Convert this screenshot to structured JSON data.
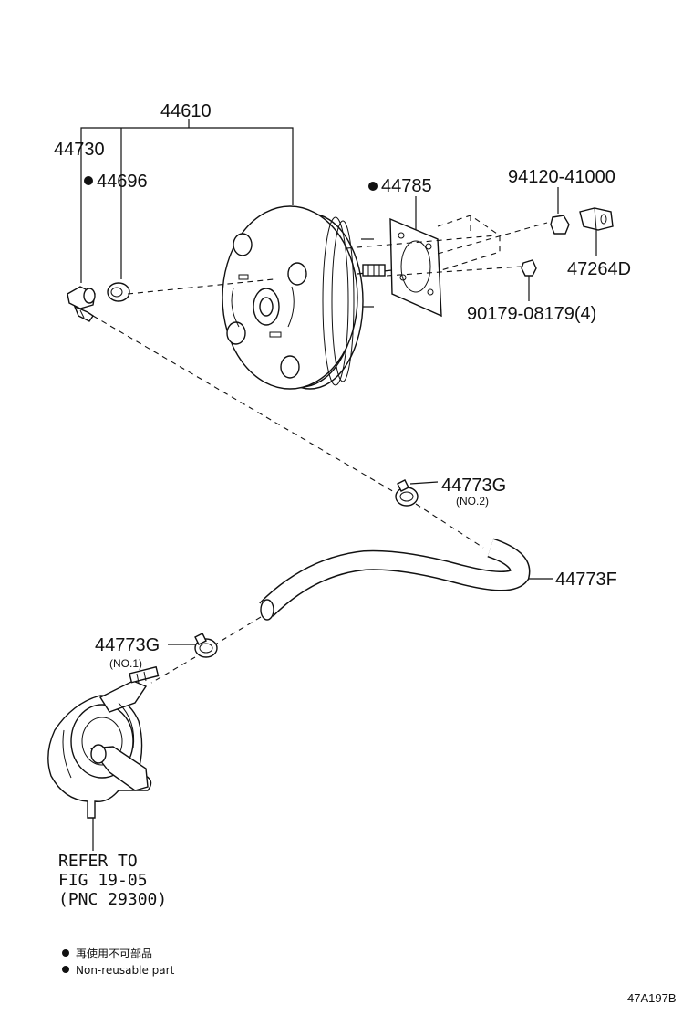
{
  "diagram": {
    "parts": {
      "booster": "44610",
      "check_valve": "44730",
      "grommet": "44696",
      "gasket": "44785",
      "nut": "94120-41000",
      "clevis": "47264D",
      "stud_nut": "90179-08179(4)",
      "clip_no2": "44773G",
      "clip_no2_note": "(NO.2)",
      "hose": "44773F",
      "clip_no1": "44773G",
      "clip_no1_note": "(NO.1)"
    },
    "refer_note": {
      "line1": "REFER TO",
      "line2": "FIG 19-05",
      "line3": "(PNC 29300)"
    },
    "legend": {
      "line_jp": "再使用不可部品",
      "line_en": "Non-reusable part"
    },
    "figure_code": "47A197B"
  }
}
